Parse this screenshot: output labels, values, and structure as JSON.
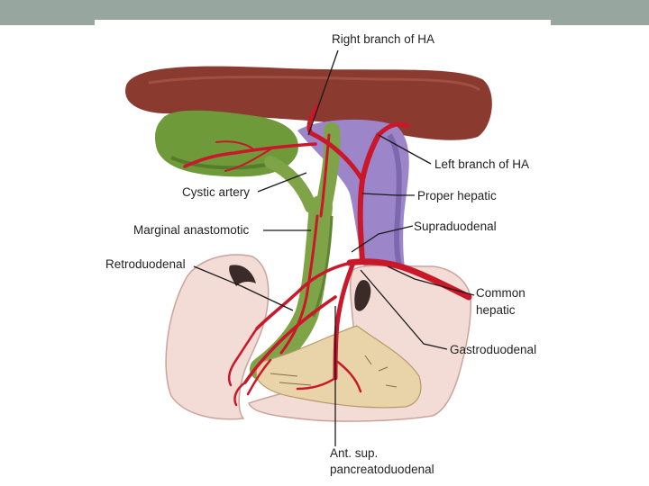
{
  "labels": {
    "right_branch": "Right branch of HA",
    "left_branch": "Left branch of HA",
    "cystic_artery": "Cystic artery",
    "proper_hepatic": "Proper hepatic",
    "marginal": "Marginal anastomotic",
    "supraduodenal": "Supraduodenal",
    "retroduodenal": "Retroduodenal",
    "common_line1": "Common",
    "common_line2": "hepatic",
    "gastroduodenal": "Gastroduodenal",
    "ant_line1": "Ant. sup.",
    "ant_line2": "pancreatoduodenal"
  },
  "colors": {
    "header_bar": "#97a69e",
    "liver": "#8b3a30",
    "gallbladder": "#6f9a3a",
    "bile_duct": "#7fa347",
    "portal_vein": "#9c86c9",
    "artery": "#c8182a",
    "duodenum": "#f4dcd6",
    "pancreas": "#e9d3a8"
  }
}
